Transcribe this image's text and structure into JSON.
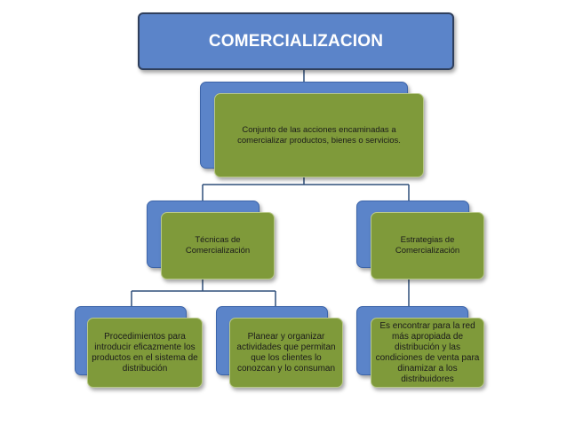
{
  "title": "COMERCIALIZACION",
  "definition": "Conjunto de las acciones encaminadas a comercializar productos, bienes o servicios.",
  "left_branch": {
    "label": "Técnicas de Comercialización",
    "children": [
      "Procedimientos para introducir eficazmente los productos en el sistema de distribución",
      "Planear y organizar actividades  que permitan que los clientes lo conozcan y lo consuman"
    ]
  },
  "right_branch": {
    "label": "Estrategias de Comercialización",
    "children": [
      "Es encontrar para la red más apropiada de distribución y las condiciones de venta para dinamizar a los distribuidores"
    ]
  },
  "colors": {
    "title_fill": "#5b84c9",
    "title_border": "#2f3f5c",
    "blue_fill": "#5b84c9",
    "green_fill": "#7f9a3a",
    "connector": "#2f4f7a"
  }
}
